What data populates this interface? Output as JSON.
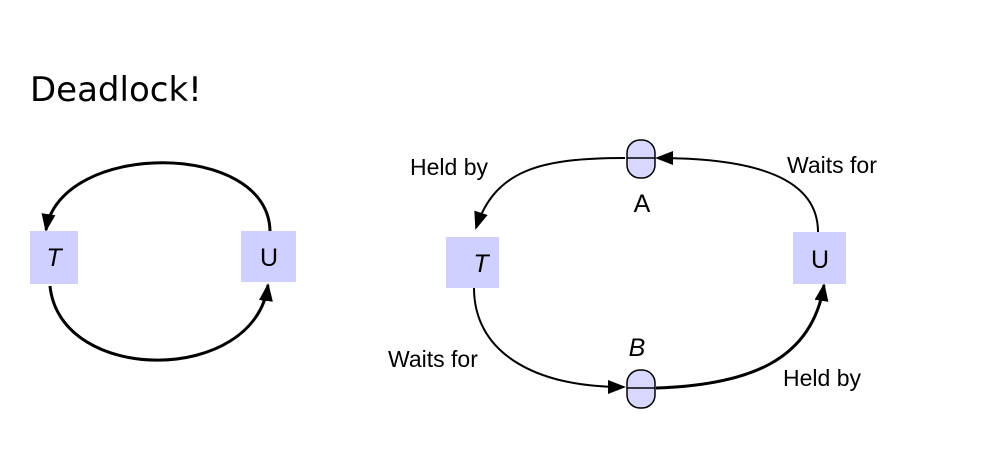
{
  "title": "Deadlock!",
  "colors": {
    "node_fill": "#cfd0ff",
    "edge": "#000000"
  },
  "left_graph": {
    "nodes": [
      {
        "label": "T"
      },
      {
        "label": "U"
      }
    ]
  },
  "right_graph": {
    "transactions": [
      {
        "label": "T"
      },
      {
        "label": "U"
      }
    ],
    "resources": [
      {
        "label": "A"
      },
      {
        "label": "B"
      }
    ],
    "edge_labels": {
      "t_waits_for": "Waits for",
      "b_held_by": "Held by",
      "u_waits_for": "Waits for",
      "a_held_by": "Held by"
    }
  }
}
